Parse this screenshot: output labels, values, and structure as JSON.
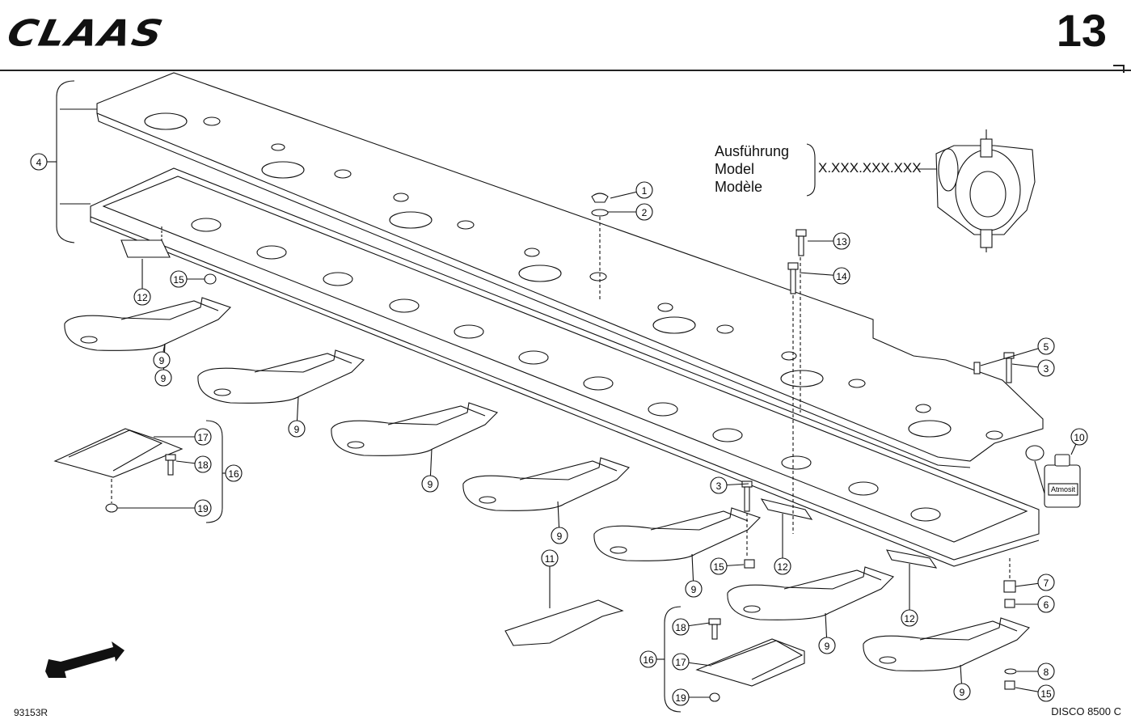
{
  "header": {
    "brand": "CLAAS",
    "page_number": "13"
  },
  "variant_box": {
    "line1": "Ausführung",
    "line2": "Model",
    "line3": "Modèle",
    "code": "X.XXX.XXX.XXX"
  },
  "footer": {
    "drawing_number": "93153R",
    "model": "DISCO 8500 C"
  },
  "callouts": [
    "1",
    "2",
    "3",
    "3",
    "4",
    "5",
    "6",
    "7",
    "8",
    "9",
    "9",
    "9",
    "9",
    "9",
    "9",
    "9",
    "9",
    "10",
    "11",
    "12",
    "12",
    "12",
    "13",
    "14",
    "15",
    "15",
    "15",
    "16",
    "16",
    "17",
    "17",
    "18",
    "18",
    "19",
    "19"
  ],
  "labels": {
    "bottle": "Atmosit"
  }
}
